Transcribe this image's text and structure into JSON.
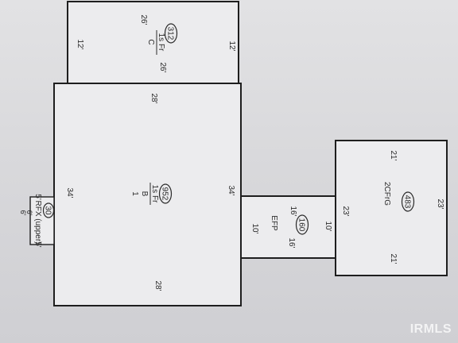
{
  "rooms": {
    "upper_left": {
      "area": "312",
      "name": "1s Fr",
      "code": "C",
      "dim_top": "26'",
      "dim_inner": "26'",
      "dim_left": "12'",
      "dim_right": "12'"
    },
    "main": {
      "area": "952",
      "name": "1s Fr",
      "code": "B",
      "num": "1",
      "dim_top": "28'",
      "dim_bottom": "28'",
      "dim_left": "34'",
      "dim_right": "34'"
    },
    "garage": {
      "area": "483",
      "name": "2CFrG",
      "dim_top": "23'",
      "dim_bottom": "23'",
      "dim_left": "21'",
      "dim_left2": "21'"
    },
    "porch": {
      "area": "160",
      "name": "EFP",
      "dim_a": "16'",
      "dim_b": "16'",
      "dim_c": "10'",
      "dim_d": "10'"
    },
    "side": {
      "area": "30",
      "name": "RFX (upper)",
      "dim_a": "5'",
      "dim_b": "5'",
      "dim_c": "6'",
      "dim_d": "6'"
    }
  },
  "watermark": "IRMLS"
}
